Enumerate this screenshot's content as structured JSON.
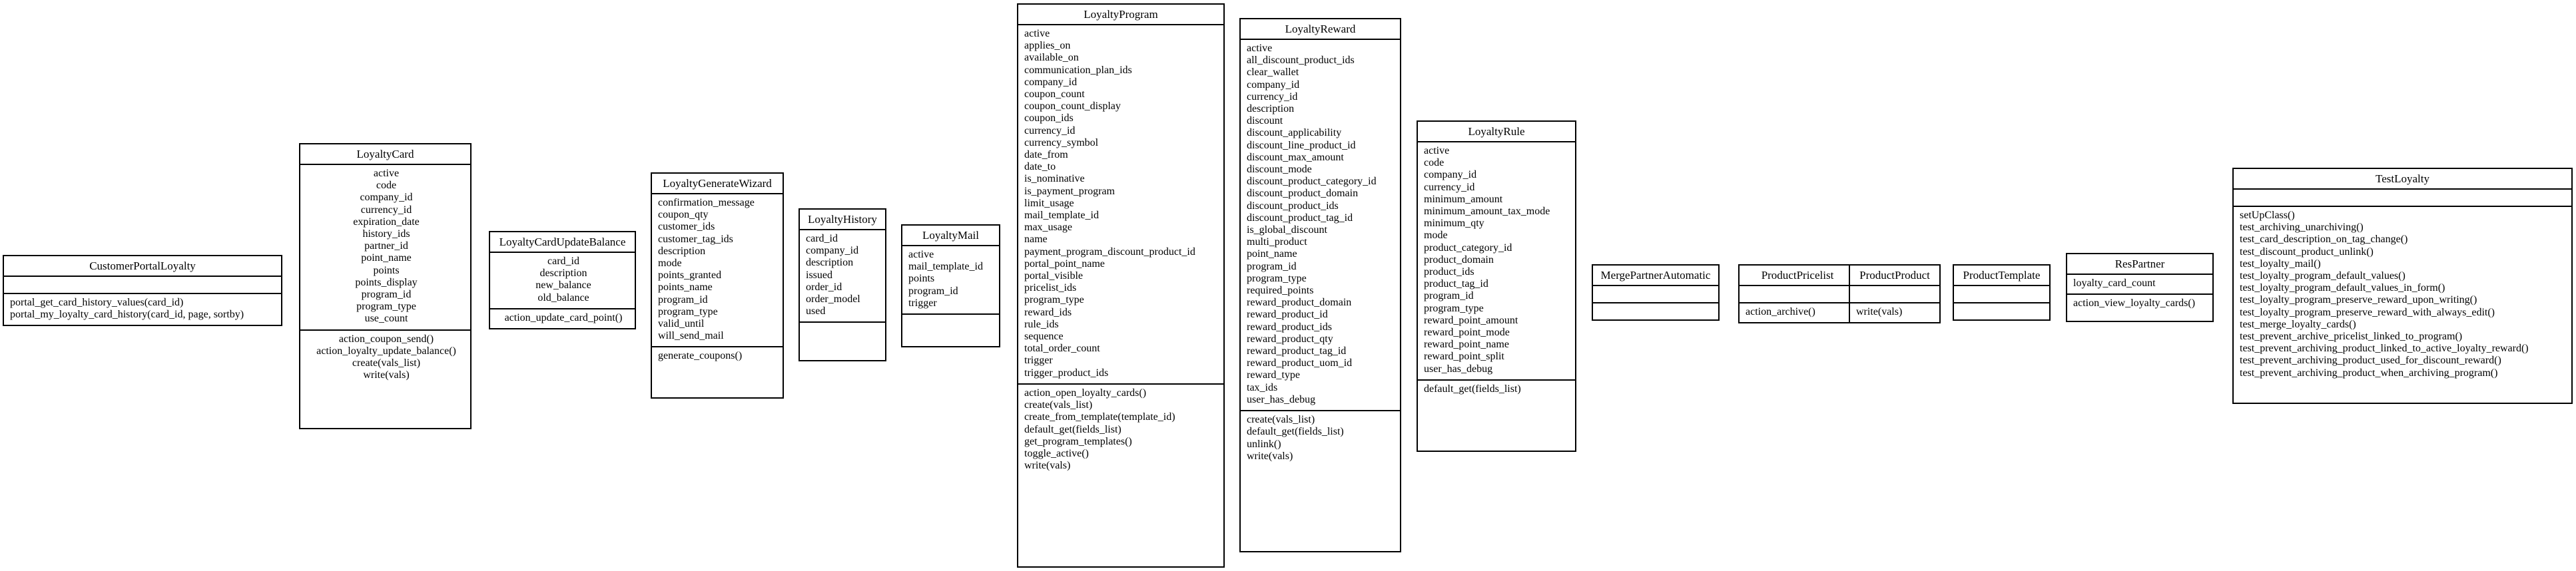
{
  "classes": [
    {
      "name": "CustomerPortalLoyalty",
      "attributes": [],
      "methods": [
        "portal_get_card_history_values(card_id)",
        "portal_my_loyalty_card_history(card_id, page, sortby)"
      ]
    },
    {
      "name": "LoyaltyCard",
      "attributes": [
        "active",
        "code",
        "company_id",
        "currency_id",
        "expiration_date",
        "history_ids",
        "partner_id",
        "point_name",
        "points",
        "points_display",
        "program_id",
        "program_type",
        "use_count"
      ],
      "methods": [
        "action_coupon_send()",
        "action_loyalty_update_balance()",
        "create(vals_list)",
        "write(vals)"
      ]
    },
    {
      "name": "LoyaltyCardUpdateBalance",
      "attributes": [
        "card_id",
        "description",
        "new_balance",
        "old_balance"
      ],
      "methods": [
        "action_update_card_point()"
      ]
    },
    {
      "name": "LoyaltyGenerateWizard",
      "attributes": [
        "confirmation_message",
        "coupon_qty",
        "customer_ids",
        "customer_tag_ids",
        "description",
        "mode",
        "points_granted",
        "points_name",
        "program_id",
        "program_type",
        "valid_until",
        "will_send_mail"
      ],
      "methods": [
        "generate_coupons()"
      ]
    },
    {
      "name": "LoyaltyHistory",
      "attributes": [
        "card_id",
        "company_id",
        "description",
        "issued",
        "order_id",
        "order_model",
        "used"
      ],
      "methods": []
    },
    {
      "name": "LoyaltyMail",
      "attributes": [
        "active",
        "mail_template_id",
        "points",
        "program_id",
        "trigger"
      ],
      "methods": []
    },
    {
      "name": "LoyaltyProgram",
      "attributes": [
        "active",
        "applies_on",
        "available_on",
        "communication_plan_ids",
        "company_id",
        "coupon_count",
        "coupon_count_display",
        "coupon_ids",
        "currency_id",
        "currency_symbol",
        "date_from",
        "date_to",
        "is_nominative",
        "is_payment_program",
        "limit_usage",
        "mail_template_id",
        "max_usage",
        "name",
        "payment_program_discount_product_id",
        "portal_point_name",
        "portal_visible",
        "pricelist_ids",
        "program_type",
        "reward_ids",
        "rule_ids",
        "sequence",
        "total_order_count",
        "trigger",
        "trigger_product_ids"
      ],
      "methods": [
        "action_open_loyalty_cards()",
        "create(vals_list)",
        "create_from_template(template_id)",
        "default_get(fields_list)",
        "get_program_templates()",
        "toggle_active()",
        "write(vals)"
      ]
    },
    {
      "name": "LoyaltyReward",
      "attributes": [
        "active",
        "all_discount_product_ids",
        "clear_wallet",
        "company_id",
        "currency_id",
        "description",
        "discount",
        "discount_applicability",
        "discount_line_product_id",
        "discount_max_amount",
        "discount_mode",
        "discount_product_category_id",
        "discount_product_domain",
        "discount_product_ids",
        "discount_product_tag_id",
        "is_global_discount",
        "multi_product",
        "point_name",
        "program_id",
        "program_type",
        "required_points",
        "reward_product_domain",
        "reward_product_id",
        "reward_product_ids",
        "reward_product_qty",
        "reward_product_tag_id",
        "reward_product_uom_id",
        "reward_type",
        "tax_ids",
        "user_has_debug"
      ],
      "methods": [
        "create(vals_list)",
        "default_get(fields_list)",
        "unlink()",
        "write(vals)"
      ]
    },
    {
      "name": "LoyaltyRule",
      "attributes": [
        "active",
        "code",
        "company_id",
        "currency_id",
        "minimum_amount",
        "minimum_amount_tax_mode",
        "minimum_qty",
        "mode",
        "product_category_id",
        "product_domain",
        "product_ids",
        "product_tag_id",
        "program_id",
        "program_type",
        "reward_point_amount",
        "reward_point_mode",
        "reward_point_name",
        "reward_point_split",
        "user_has_debug"
      ],
      "methods": [
        "default_get(fields_list)"
      ]
    },
    {
      "name": "MergePartnerAutomatic",
      "attributes": [],
      "methods": []
    },
    {
      "name": "ProductPricelist",
      "attributes": [],
      "methods": [
        "action_archive()"
      ]
    },
    {
      "name": "ProductProduct",
      "attributes": [],
      "methods": [
        "write(vals)"
      ]
    },
    {
      "name": "ProductTemplate",
      "attributes": [],
      "methods": []
    },
    {
      "name": "ResPartner",
      "attributes": [
        "loyalty_card_count"
      ],
      "methods": [
        "action_view_loyalty_cards()"
      ]
    },
    {
      "name": "TestLoyalty",
      "attributes": [],
      "methods": [
        "setUpClass()",
        "test_archiving_unarchiving()",
        "test_card_description_on_tag_change()",
        "test_discount_product_unlink()",
        "test_loyalty_mail()",
        "test_loyalty_program_default_values()",
        "test_loyalty_program_default_values_in_form()",
        "test_loyalty_program_preserve_reward_upon_writing()",
        "test_loyalty_program_preserve_reward_with_always_edit()",
        "test_merge_loyalty_cards()",
        "test_prevent_archive_pricelist_linked_to_program()",
        "test_prevent_archiving_product_linked_to_active_loyalty_reward()",
        "test_prevent_archiving_product_used_for_discount_reward()",
        "test_prevent_archiving_product_when_archiving_program()"
      ]
    }
  ]
}
